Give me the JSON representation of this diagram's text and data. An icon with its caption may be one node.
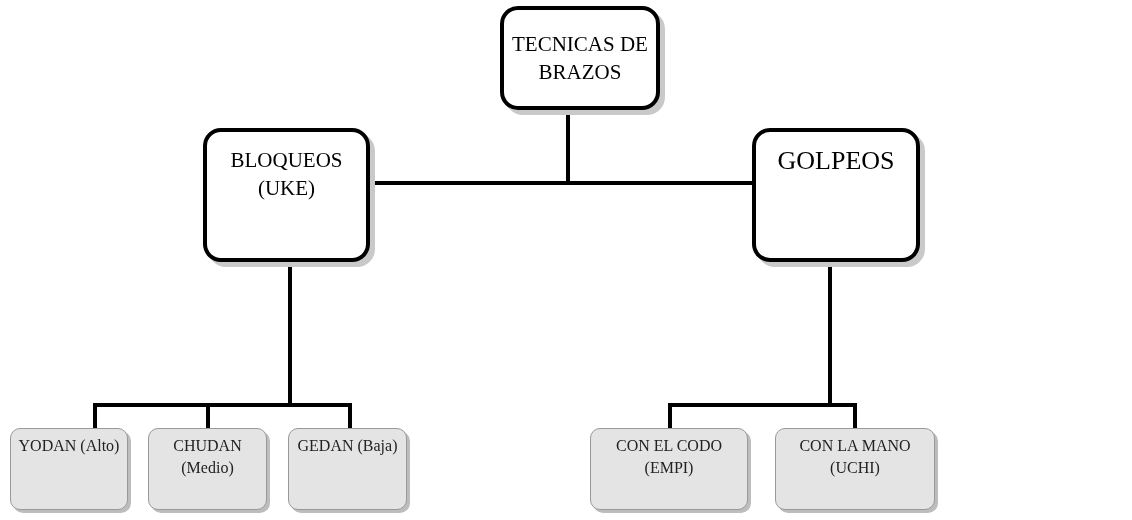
{
  "diagram": {
    "nodes": [
      {
        "text": [
          "TECNICAS DE BRAZOS"
        ]
      },
      {
        "text": [
          "BLOQUEOS (UKE)"
        ]
      },
      {
        "text": [
          "GOLPEOS"
        ]
      },
      {
        "text": [
          "YODAN (Alto)"
        ]
      },
      {
        "text": [
          "CHUDAN (Medio)"
        ]
      },
      {
        "text": [
          "GEDAN (Baja)"
        ]
      },
      {
        "text": [
          "CON EL CODO (EMPI)"
        ]
      },
      {
        "text": [
          "CON LA MANO (UCHI)"
        ]
      }
    ],
    "edges": [
      {
        "from": 0,
        "to": 1,
        "arrow": "none"
      },
      {
        "from": 0,
        "to": 2,
        "arrow": "none"
      },
      {
        "from": 1,
        "to": 3,
        "arrow": "none"
      },
      {
        "from": 1,
        "to": 4,
        "arrow": "none"
      },
      {
        "from": 1,
        "to": 5,
        "arrow": "none"
      },
      {
        "from": 2,
        "to": 6,
        "arrow": "none"
      },
      {
        "from": 2,
        "to": 7,
        "arrow": "none"
      }
    ]
  }
}
